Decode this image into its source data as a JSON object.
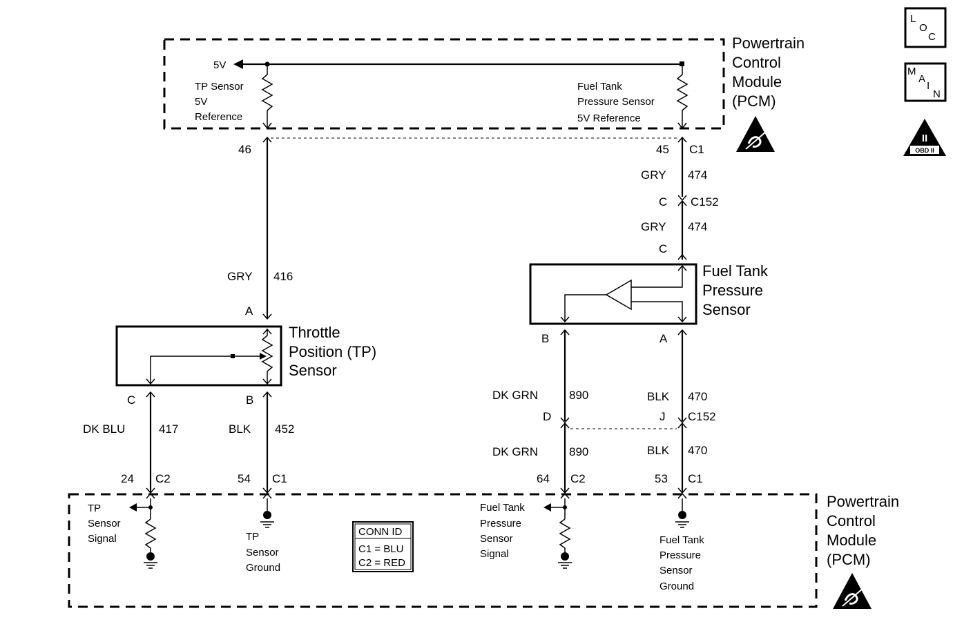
{
  "pcm_top": {
    "title": [
      "Powertrain",
      "Control",
      "Module",
      "(PCM)"
    ],
    "five_volt": "5V",
    "tp_ref_label": [
      "TP Sensor",
      "5V",
      "Reference"
    ],
    "ftp_ref_label": [
      "Fuel Tank",
      "Pressure Sensor",
      "5V Reference"
    ]
  },
  "pcm_bottom": {
    "title": [
      "Powertrain",
      "Control",
      "Module",
      "(PCM)"
    ],
    "tp_signal_label": [
      "TP",
      "Sensor",
      "Signal"
    ],
    "tp_ground_label": [
      "TP",
      "Sensor",
      "Ground"
    ],
    "ftp_signal_label": [
      "Fuel Tank",
      "Pressure",
      "Sensor",
      "Signal"
    ],
    "ftp_ground_label": [
      "Fuel Tank",
      "Pressure",
      "Sensor",
      "Ground"
    ]
  },
  "conn_id": {
    "title": "CONN ID",
    "c1": "C1 = BLU",
    "c2": "C2 = RED"
  },
  "tp_sensor": {
    "title": [
      "Throttle",
      "Position (TP)",
      "Sensor"
    ],
    "pin_a": "A",
    "pin_b": "B",
    "pin_c": "C"
  },
  "ftp_sensor": {
    "title": [
      "Fuel Tank",
      "Pressure",
      "Sensor"
    ],
    "pin_a": "A",
    "pin_b": "B",
    "pin_c": "C"
  },
  "pins": {
    "p46": "46",
    "p45": "45",
    "c1_top": "C1",
    "p24": "24",
    "c2_tp": "C2",
    "p54": "54",
    "c1_tp": "C1",
    "p64": "64",
    "c2_ftp": "C2",
    "p53": "53",
    "c1_ftp": "C1"
  },
  "connectors": {
    "c152_c_pin": "C",
    "c152_label": "C152",
    "c152_d_pin": "D",
    "c152_j_pin": "J",
    "c152_label_lower": "C152"
  },
  "wires": {
    "w416_color": "GRY",
    "w416_num": "416",
    "w474a_color": "GRY",
    "w474a_num": "474",
    "w474b_color": "GRY",
    "w474b_num": "474",
    "w417_color": "DK BLU",
    "w417_num": "417",
    "w452_color": "BLK",
    "w452_num": "452",
    "w890a_color": "DK GRN",
    "w890a_num": "890",
    "w890b_color": "DK GRN",
    "w890b_num": "890",
    "w470a_color": "BLK",
    "w470a_num": "470",
    "w470b_color": "BLK",
    "w470b_num": "470"
  },
  "nav_icons": {
    "loc": [
      "L",
      "O",
      "C"
    ],
    "main": [
      "M",
      "A",
      "I",
      "N"
    ],
    "obd": {
      "numeral": "II",
      "label": "OBD II"
    }
  }
}
